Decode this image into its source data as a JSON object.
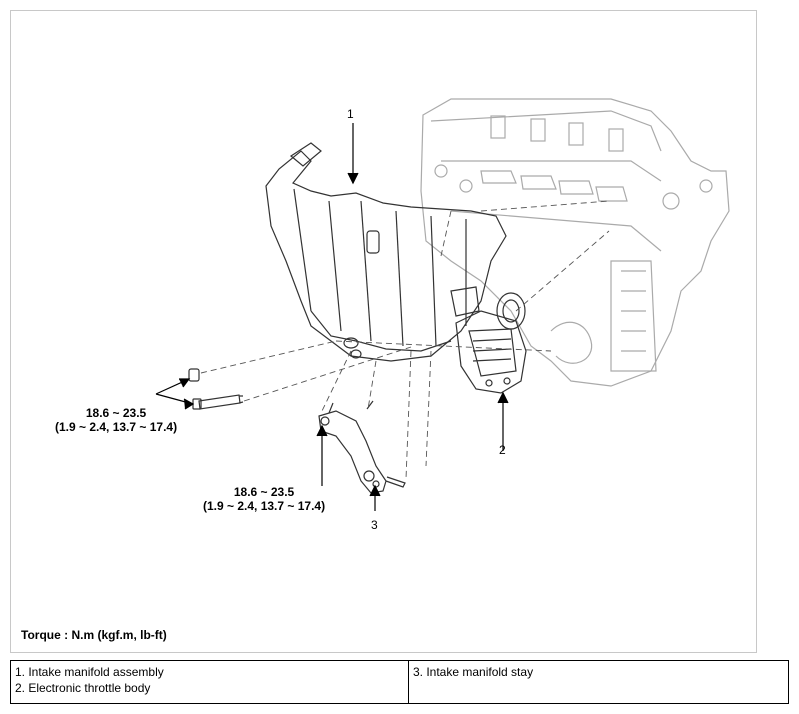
{
  "callouts": {
    "part1": "1",
    "part2": "2",
    "part3": "3"
  },
  "torque_a": {
    "value": "18.6 ~ 23.5",
    "units": "(1.9 ~ 2.4, 13.7 ~ 17.4)"
  },
  "torque_b": {
    "value": "18.6 ~ 23.5",
    "units": "(1.9 ~ 2.4, 13.7 ~ 17.4)"
  },
  "torque_note": "Torque : N.m (kgf.m, lb-ft)",
  "legend": {
    "item1": "1. Intake manifold assembly",
    "item2": "2. Electronic throttle body",
    "item3": "3. Intake manifold stay"
  }
}
